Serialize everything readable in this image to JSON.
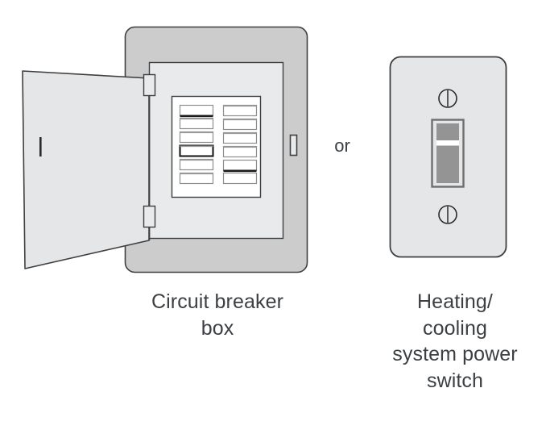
{
  "figure": {
    "title": "",
    "type": "instructional-illustration",
    "connector_label": "or",
    "items": [
      {
        "id": "circuit-breaker-box",
        "caption": "Circuit breaker box",
        "caption_lines": [
          "Circuit breaker",
          "box"
        ],
        "parts": {
          "enclosure": "outer metal box",
          "door": "open hinged door",
          "door_handle": "vertical handle",
          "hinges": 2,
          "latch": "vertical latch",
          "panel": "interior dead-front panel",
          "breaker_columns": 2,
          "breakers_per_column": 6,
          "breakers_total": 12,
          "tripped_breakers": [
            "left-1",
            "left-4",
            "right-5"
          ]
        }
      },
      {
        "id": "heating-cooling-power-switch",
        "caption": "Heating/ cooling system power switch",
        "caption_lines": [
          "Heating/",
          "cooling",
          "system power",
          "switch"
        ],
        "parts": {
          "plate": "wall switch cover plate",
          "screws": 2,
          "toggle": "toggle switch lever",
          "toggle_band": "white highlight band"
        }
      }
    ]
  },
  "colors": {
    "stroke": "#3f3f3f",
    "text": "#3c4043",
    "box_outer_fill": "#cccccc",
    "box_inner_fill": "#e8eaec",
    "door_fill": "#e4e6e8",
    "panel_fill": "#ffffff",
    "breaker_fill": "#ffffff",
    "breaker_shadow": "#8d8d8d",
    "breaker_tripped": "#1a1a1a",
    "plate_fill": "#e4e6e8",
    "toggle_frame": "#6e6e6e",
    "toggle_fill": "#949494",
    "toggle_band": "#ffffff",
    "background": "#ffffff"
  }
}
